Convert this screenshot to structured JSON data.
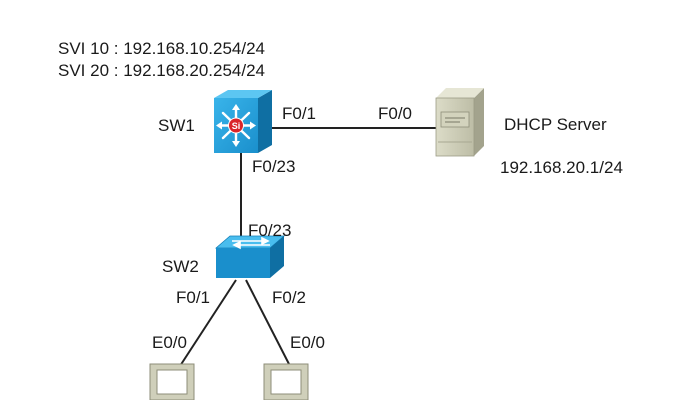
{
  "svi": {
    "line1": "SVI 10 : 192.168.10.254/24",
    "line2": "SVI 20 : 192.168.20.254/24"
  },
  "sw1": {
    "name": "SW1",
    "icon": "layer3-switch-icon",
    "badge": "Si",
    "port_to_server": "F0/1",
    "port_to_sw2": "F0/23"
  },
  "server": {
    "name": "DHCP Server",
    "icon": "server-icon",
    "port": "F0/0",
    "ip": "192.168.20.1/24"
  },
  "sw2": {
    "name": "SW2",
    "icon": "layer2-switch-icon",
    "port_uplink": "F0/23",
    "port_left": "F0/1",
    "port_right": "F0/2"
  },
  "pc_left": {
    "port": "E0/0",
    "icon": "pc-icon"
  },
  "pc_right": {
    "port": "E0/0",
    "icon": "pc-icon"
  },
  "colors": {
    "switch_blue": "#1e9ad6",
    "switch_dark": "#0f6fa3",
    "server_gray": "#c9c9b4",
    "link": "#222222"
  }
}
